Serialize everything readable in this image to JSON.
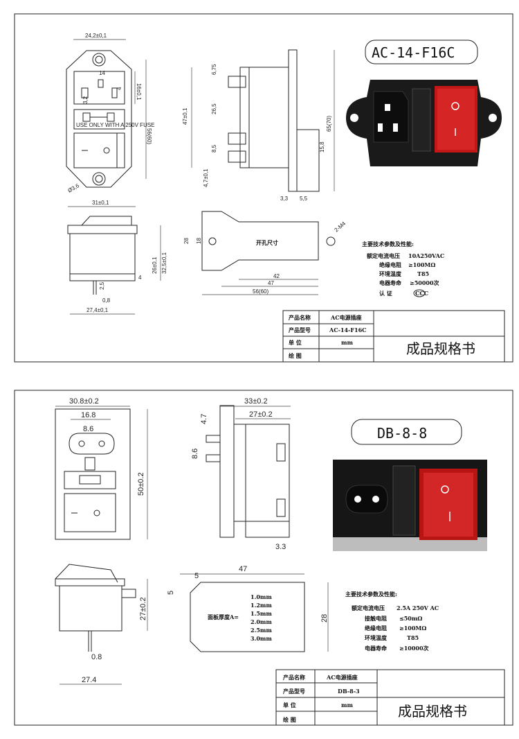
{
  "sheet1": {
    "model_badge": "AC-14-F16C",
    "front_view": {
      "width": "24,2±0,1",
      "height": "56(60)",
      "inlet_height": "16±0,1",
      "pin_span": "14",
      "pin_off": "4",
      "pin_w": "3,2",
      "fuse_text": "USE ONLY WITH A 250V FUSE",
      "hole": "Ø3,6"
    },
    "side_view": {
      "body_h": "47±0,1",
      "d1": "6,75",
      "d2": "26,5",
      "d3": "8,5",
      "d4": "4,7±0,1",
      "flange": "65(70)",
      "t1": "3,3",
      "t2": "5,5",
      "sw": "15,8"
    },
    "bottom_view": {
      "width": "31±0,1",
      "h1": "26±0,1",
      "h2": "32,5±0,1",
      "d4": "4",
      "d25": "2,5",
      "d08": "0,8",
      "base": "27,4±0,1"
    },
    "cutout": {
      "label": "开孔尺寸",
      "h28": "28",
      "h18": "18",
      "d42": "42",
      "d47": "47",
      "d56": "56(60)",
      "hole": "2-M4"
    },
    "specs": {
      "title": "主要技术参数及性能:",
      "rows": [
        {
          "k": "额定电流电压",
          "v": "10A250VAC"
        },
        {
          "k": "绝缘电阻",
          "v": "≥100MΩ"
        },
        {
          "k": "环境温度",
          "v": "T85"
        },
        {
          "k": "电器寿命",
          "v": "≥50000次"
        },
        {
          "k": "认 证",
          "v": "CCC"
        }
      ]
    },
    "title_block": {
      "name_label": "产品名称",
      "name": "AC电源插座",
      "model_label": "产品型号",
      "model": "AC-14-F16C",
      "unit_label": "单 位",
      "unit": "mm",
      "draw_label": "绘 图",
      "doc_title": "成品规格书"
    }
  },
  "sheet2": {
    "model_badge": "DB-8-8",
    "front_view": {
      "width": "30.8±0.2",
      "inner": "16.8",
      "pin": "8.6",
      "height": "50±0.2"
    },
    "side_view": {
      "overall": "33±0.2",
      "body": "27±0.2",
      "d1": "4.7",
      "d2": "8.6",
      "t": "3.3"
    },
    "bottom_view": {
      "h": "27±0.2",
      "pin": "0.8",
      "base": "27.4"
    },
    "cutout": {
      "w": "47",
      "c": "5",
      "c2": "5",
      "h": "28",
      "label": "面板厚度A=",
      "thick": [
        "1.0mm",
        "1.2mm",
        "1.5mm",
        "2.0mm",
        "2.5mm",
        "3.0mm"
      ]
    },
    "specs": {
      "title": "主要技术参数及性能:",
      "rows": [
        {
          "k": "额定电流电压",
          "v": "2.5A 250V AC"
        },
        {
          "k": "接触电阻",
          "v": "≤50mΩ"
        },
        {
          "k": "绝缘电阻",
          "v": "≥100MΩ"
        },
        {
          "k": "环境温度",
          "v": "T85"
        },
        {
          "k": "电器寿命",
          "v": "≥10000次"
        }
      ]
    },
    "title_block": {
      "name_label": "产品名称",
      "name": "AC电源插座",
      "model_label": "产品型号",
      "model": "DB-8-3",
      "unit_label": "单 位",
      "unit": "mm",
      "draw_label": "绘 图",
      "doc_title": "成品规格书"
    }
  }
}
